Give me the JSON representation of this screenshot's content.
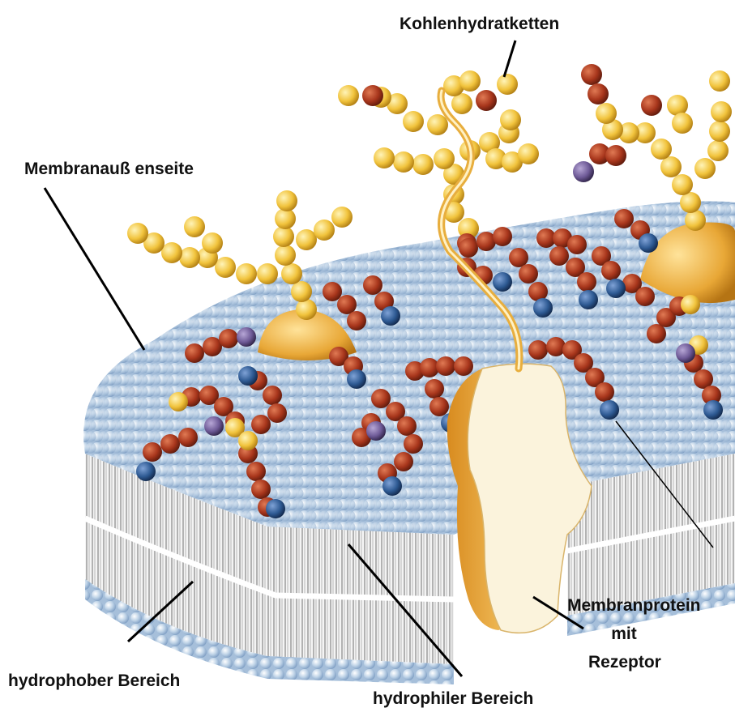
{
  "labels": {
    "carbohydrate_chains": "Kohlenhydratketten",
    "outer_side": "Membranauß enseite",
    "protein_line1": "Membranprotein",
    "protein_line2": "mit",
    "protein_line3": "Rezeptor",
    "hydrophobic": "hydrophober Bereich",
    "hydrophilic": "hydrophiler Bereich"
  },
  "colors": {
    "head": "#b7cde3",
    "head_shade": "#7f9fc2",
    "tail": "#9a9a9a",
    "chain_red": "#a8361c",
    "chain_yellow": "#f1c33c",
    "chain_blue": "#2e5a93",
    "protein": "#fbf3dc",
    "protein_gold": "#e5a433",
    "leader": "#000000"
  }
}
